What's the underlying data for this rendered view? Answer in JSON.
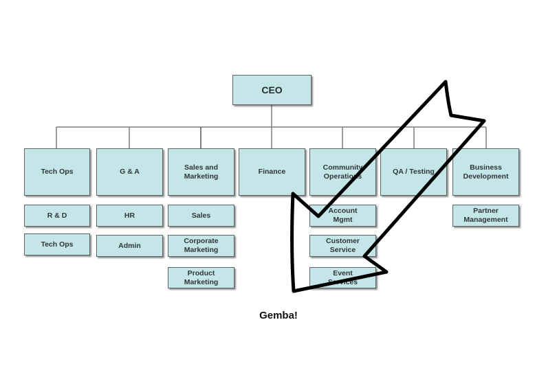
{
  "diagram": {
    "type": "org-chart",
    "root": {
      "label": "CEO"
    },
    "departments": [
      {
        "label": "Tech Ops",
        "children": [
          "R & D",
          "Tech Ops"
        ]
      },
      {
        "label": "G & A",
        "children": [
          "HR",
          "Admin"
        ]
      },
      {
        "label": "Sales and\nMarketing",
        "children": [
          "Sales",
          "Corporate\nMarketing",
          "Product\nMarketing"
        ]
      },
      {
        "label": "Finance",
        "children": []
      },
      {
        "label": "Community\nOperations",
        "children": [
          "Account\nMgmt",
          "Customer\nService",
          "Event\nServices"
        ]
      },
      {
        "label": "QA / Testing",
        "children": []
      },
      {
        "label": "Business\nDevelopment",
        "children": [
          "Partner\nManagement"
        ]
      }
    ],
    "annotation": {
      "type": "hand-drawn-arrow",
      "direction": "down-left",
      "points_to": "Community Operations"
    },
    "caption": "Gemba!"
  },
  "colors": {
    "box_fill": "#c5e6e9",
    "box_border": "#5a6466",
    "connector": "#7a7f80",
    "arrow": "#000000"
  }
}
